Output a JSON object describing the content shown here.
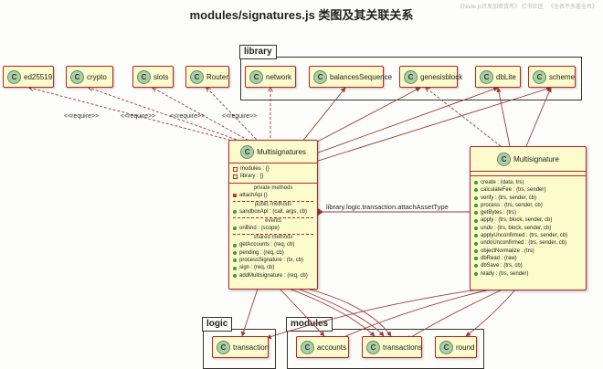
{
  "title": "modules/signatures.js 类图及其关联关系",
  "watermark": "《Node.js开发加密货币》 亿书社区 · 《全名不多盖全名》",
  "packages": {
    "library": "library",
    "logic": "logic",
    "modules": "modules"
  },
  "classes": {
    "ed25519": "ed25519",
    "crypto": "crypto",
    "slots": "slots",
    "router": "Router",
    "network": "network",
    "balancesSequence": "balancesSequence",
    "genesisblock": "genesisblock",
    "dbLite": "dbLite",
    "scheme": "scheme",
    "transaction": "transaction",
    "accounts": "accounts",
    "transactions": "transactions",
    "round": "round"
  },
  "class_badge": "C",
  "require_label": "<<require>>",
  "association_label": "library.logic.transaction.attachAssetType",
  "multisignatures": {
    "name": "Multisignatures",
    "fields": [
      "modules : {}",
      "library : {}"
    ],
    "private_header": "private methods",
    "private_methods": [
      "attachApi ()"
    ],
    "public_header": "public methods",
    "public_methods": [
      "sandboxApi : (call, args, cb)"
    ],
    "events_header": "events",
    "events": [
      "onBind : (scope)"
    ],
    "shared_header": "shared methods",
    "shared_methods": [
      "getAccounts : (req, cb)",
      "pending : (req, cb)",
      "processSignature : (tx, cb)",
      "sign : (req, cb)",
      "addMultisignature : (req, cb)"
    ]
  },
  "multisignature": {
    "name": "Multisignature",
    "methods": [
      "create :  (data, trs)",
      "calculateFee :  (trs, sender)",
      "verify :  (trs, sender, cb)",
      "process :  (trs, sender, cb)",
      "getBytes :  (trs)",
      "apply :  (trs, block, sender, cb)",
      "undo :  (trs, block, sender, cb)",
      "applyUnconfirmed :  (trs, sender, cb)",
      "undoUnconfirmed :  (trs, sender, cb)",
      "objectNormalize :  (trs)",
      "dbRead :  (raw)",
      "dbSave :  (trs, cb)",
      "ready :  (trs, sender)"
    ]
  },
  "colors": {
    "class_fill": "#fbfbcc",
    "class_border": "#b8262c",
    "badge": "#a9cfa6",
    "edge": "#9b3a3a"
  }
}
